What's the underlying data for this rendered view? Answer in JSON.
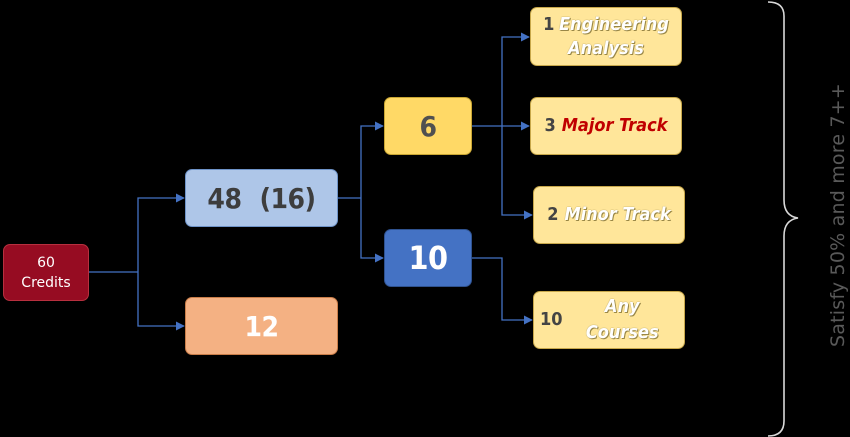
{
  "diagram": {
    "root": {
      "line1": "60",
      "line2": "Credits"
    },
    "level1": {
      "upper": {
        "main": "48",
        "paren": "(16)"
      },
      "lower": {
        "value": "12"
      }
    },
    "level2": {
      "upper": {
        "value": "6"
      },
      "lower": {
        "value": "10"
      }
    },
    "leaves": {
      "engineering": {
        "number": "1",
        "line1": "Engineering",
        "line2": "Analysis"
      },
      "major": {
        "number": "3",
        "label": "Major Track"
      },
      "minor": {
        "number": "2",
        "label": "Minor Track"
      },
      "any": {
        "number": "10",
        "label": "Any Courses"
      }
    },
    "side_note": "Satisfy 50% and more 7++"
  },
  "colors": {
    "root": "#960c22",
    "level1_upper": "#aec6e8",
    "level1_lower": "#f4b183",
    "level2_upper": "#ffd966",
    "level2_lower": "#4472c4",
    "leaf": "#ffe69a",
    "connector": "#4472c4",
    "major_text": "#c00000",
    "brace": "#d9d9d9"
  }
}
